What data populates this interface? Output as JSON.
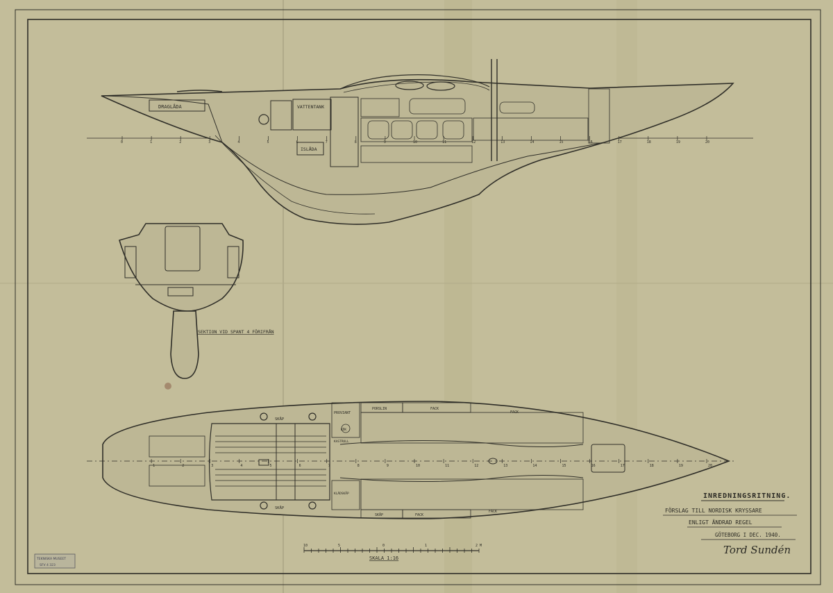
{
  "profile_labels": {
    "draglada": "DRAGLÅDA",
    "vattentank": "VATTENTANK",
    "islada": "ISLÅDA"
  },
  "section_caption": "SEKTION VID SPANT 4 FÖRIFRÅN",
  "plan_labels": {
    "skap_top": "SKÅP",
    "skap_bottom": "SKÅP",
    "porslin": "PORSLIN",
    "fack_top": "FACK",
    "fack_top_right": "FACK",
    "proviant": "PROVIANT",
    "kok": "KÖK",
    "kastrull": "KASTRULL",
    "klaedskap": "KLÄDSKÅP",
    "skap_low": "SKÅP",
    "fack_low": "FACK",
    "fack_low_right": "FACK"
  },
  "title_block": {
    "line1": "INREDNINGSRITNING.",
    "line2": "FÖRSLAG TILL NORDISK KRYSSARE",
    "line3": "ENLIGT ÄNDRAD REGEL",
    "line4": "GÖTEBORG I DEC. 1940.",
    "signature": "Tord Sundén"
  },
  "scale": {
    "label": "SKALA 1:16",
    "ticks": [
      "10",
      "5",
      "0",
      "1",
      "2 M"
    ]
  },
  "stamp": {
    "line1": "TEKNISKA MUSEET",
    "line2": "SFV 4 323"
  },
  "station_numbers": [
    "0",
    "1",
    "2",
    "3",
    "4",
    "5",
    "6",
    "7",
    "8",
    "9",
    "10",
    "11",
    "12",
    "13",
    "14",
    "15",
    "16",
    "17",
    "18",
    "19",
    "20"
  ],
  "colors": {
    "paper": "#c3bd9a",
    "ink": "#2f2e28"
  }
}
